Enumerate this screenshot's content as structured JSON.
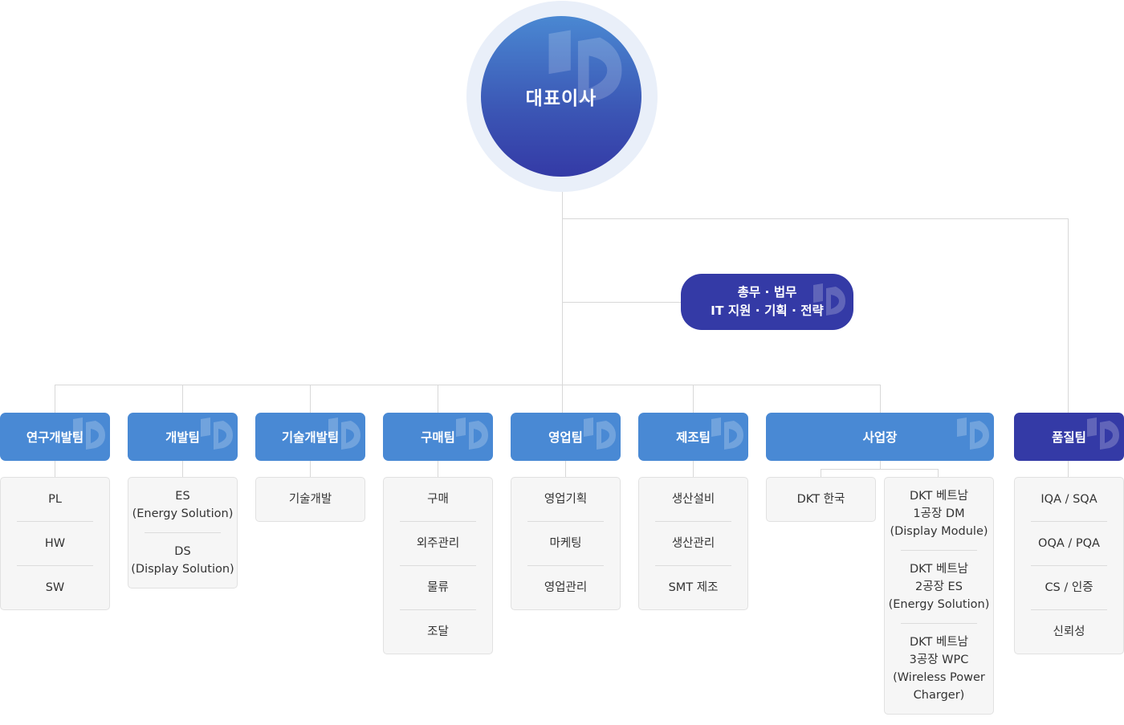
{
  "ceo": {
    "label": "대표이사"
  },
  "staff": {
    "line1": "총무 · 법무",
    "line2": "IT 지원 · 기획 · 전략"
  },
  "colors": {
    "dept_blue": "#4989d4",
    "navy": "#343aa6",
    "line": "#d8d8d8",
    "box_bg": "#f6f6f6"
  },
  "departments": [
    {
      "label": "연구개발팀",
      "items": [
        "PL",
        "HW",
        "SW"
      ]
    },
    {
      "label": "개발팀",
      "items": [
        "ES\n(Energy Solution)",
        "DS\n(Display Solution)"
      ]
    },
    {
      "label": "기술개발팀",
      "items": [
        "기술개발"
      ]
    },
    {
      "label": "구매팀",
      "items": [
        "구매",
        "외주관리",
        "물류",
        "조달"
      ]
    },
    {
      "label": "영업팀",
      "items": [
        "영업기획",
        "마케팅",
        "영업관리"
      ]
    },
    {
      "label": "제조팀",
      "items": [
        "생산설비",
        "생산관리",
        "SMT 제조"
      ]
    },
    {
      "label": "사업장",
      "items": []
    },
    {
      "label": "품질팀",
      "items": [
        "IQA / SQA",
        "OQA / PQA",
        "CS / 인증",
        "신뢰성"
      ]
    }
  ],
  "sites": [
    {
      "items": [
        "DKT 한국"
      ]
    },
    {
      "items": [
        "DKT 베트남\n1공장 DM\n(Display Module)",
        "DKT 베트남\n2공장 ES\n(Energy Solution)",
        "DKT 베트남\n3공장 WPC\n(Wireless Power\nCharger)"
      ]
    }
  ]
}
